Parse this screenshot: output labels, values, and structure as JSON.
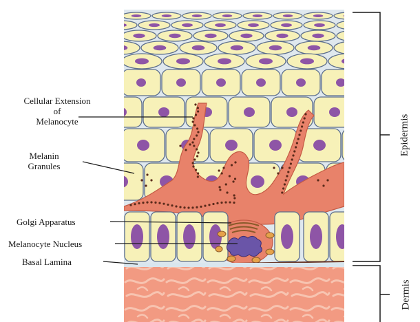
{
  "labels": {
    "cellular_extension_line1": "Cellular Extension",
    "cellular_extension_line2": "of",
    "cellular_extension_line3": "Melanocyte",
    "melanin_line1": "Melanin",
    "melanin_line2": "Granules",
    "golgi": "Golgi Apparatus",
    "melanocyte_nucleus": "Melanocyte Nucleus",
    "basal_lamina": "Basal Lamina"
  },
  "regions": {
    "epidermis": "Epidermis",
    "dermis": "Dermis"
  },
  "colors": {
    "cell_fill": "#f7f1b8",
    "cell_border": "#5c6e8c",
    "nucleus": "#8e55a6",
    "melanocyte": "#e8826a",
    "melanin_dot": "#5a2a1a",
    "dermis": "#f29a82",
    "dermis_fiber": "#f6c0ad",
    "golgi": "#e6a24a"
  }
}
